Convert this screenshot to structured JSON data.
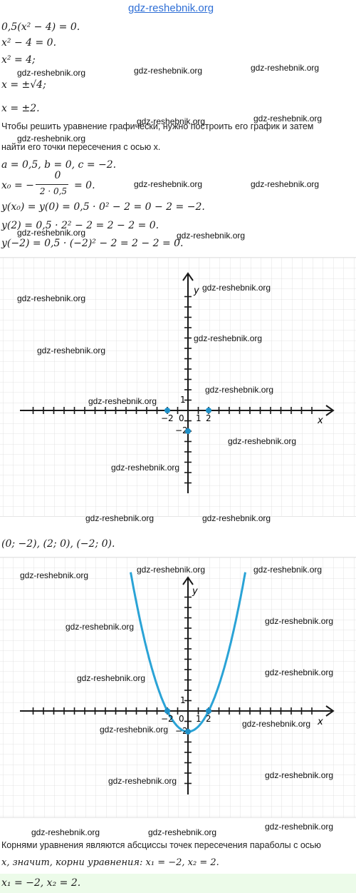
{
  "header": {
    "site": "gdz-reshebnik.org"
  },
  "lines": {
    "l1": "0,5(x² − 4) = 0.",
    "l2": "x² − 4 = 0.",
    "l3": "x² = 4;",
    "l4": "x = ±√4;",
    "l5": "x = ±2.",
    "p1a": "Чтобы решить уравнение графически, нужно построить его график и затем",
    "p1b": "найти его точки пересечения с осью x.",
    "l6": "a = 0,5,  b = 0,  c = −2.",
    "l7a": "x₀ = −",
    "l7num": "0",
    "l7den": "2 · 0,5",
    "l7b": "= 0.",
    "l8": "y(x₀) = y(0) = 0,5 · 0² − 2 = 0 − 2 = −2.",
    "l9": "y(2) = 0,5 · 2² − 2 = 2 − 2 = 0.",
    "l10": "y(−2) = 0,5 · (−2)² − 2 = 2 − 2 = 0.",
    "points": "(0; −2),  (2; 0),  (−2; 0).",
    "p2a": "Корнями уравнения являются абсциссы точек пересечения параболы с осью",
    "p2b": "x, значит, корни уравнения: x₁ = −2, x₂ = 2.",
    "answer": "x₁ = −2, x₂ = 2."
  },
  "graph1": {
    "x_label": "x",
    "y_label": "y",
    "tick_labels": {
      "neg2": "−2",
      "zero": "0",
      "one": "1",
      "two": "2",
      "ytop": "1",
      "yneg2": "−2"
    },
    "points": [
      {
        "x": -2,
        "y": 0
      },
      {
        "x": 2,
        "y": 0
      },
      {
        "x": 0,
        "y": -2
      }
    ],
    "point_color": "#1e90c8"
  },
  "graph2": {
    "x_label": "x",
    "y_label": "y",
    "tick_labels": {
      "neg2": "−2",
      "zero": "0",
      "one": "1",
      "two": "2",
      "ytop": "1",
      "yneg2": "−2"
    },
    "curve": "y = 0,5x² − 2",
    "points": [
      {
        "x": -2,
        "y": 0
      },
      {
        "x": 2,
        "y": 0
      },
      {
        "x": 0,
        "y": -2
      }
    ],
    "curve_color": "#2aa3d6"
  },
  "watermarks": [
    "gdz-reshebnik.org",
    "gdz-reshebnik.org",
    "gdz-reshebnik.org",
    "gdz-reshebnik.org",
    "gdz-reshebnik.org",
    "gdz-reshebnik.org",
    "gdz-reshebnik.org",
    "gdz-reshebnik.org",
    "gdz-reshebnik.org",
    "gdz-reshebnik.org",
    "gdz-reshebnik.org",
    "gdz-reshebnik.org",
    "gdz-reshebnik.org",
    "gdz-reshebnik.org",
    "gdz-reshebnik.org",
    "gdz-reshebnik.org",
    "gdz-reshebnik.org",
    "gdz-reshebnik.org",
    "gdz-reshebnik.org",
    "gdz-reshebnik.org",
    "gdz-reshebnik.org",
    "gdz-reshebnik.org",
    "gdz-reshebnik.org",
    "gdz-reshebnik.org",
    "gdz-reshebnik.org",
    "gdz-reshebnik.org",
    "gdz-reshebnik.org",
    "gdz-reshebnik.org",
    "gdz-reshebnik.org",
    "gdz-reshebnik.org",
    "gdz-reshebnik.org"
  ]
}
